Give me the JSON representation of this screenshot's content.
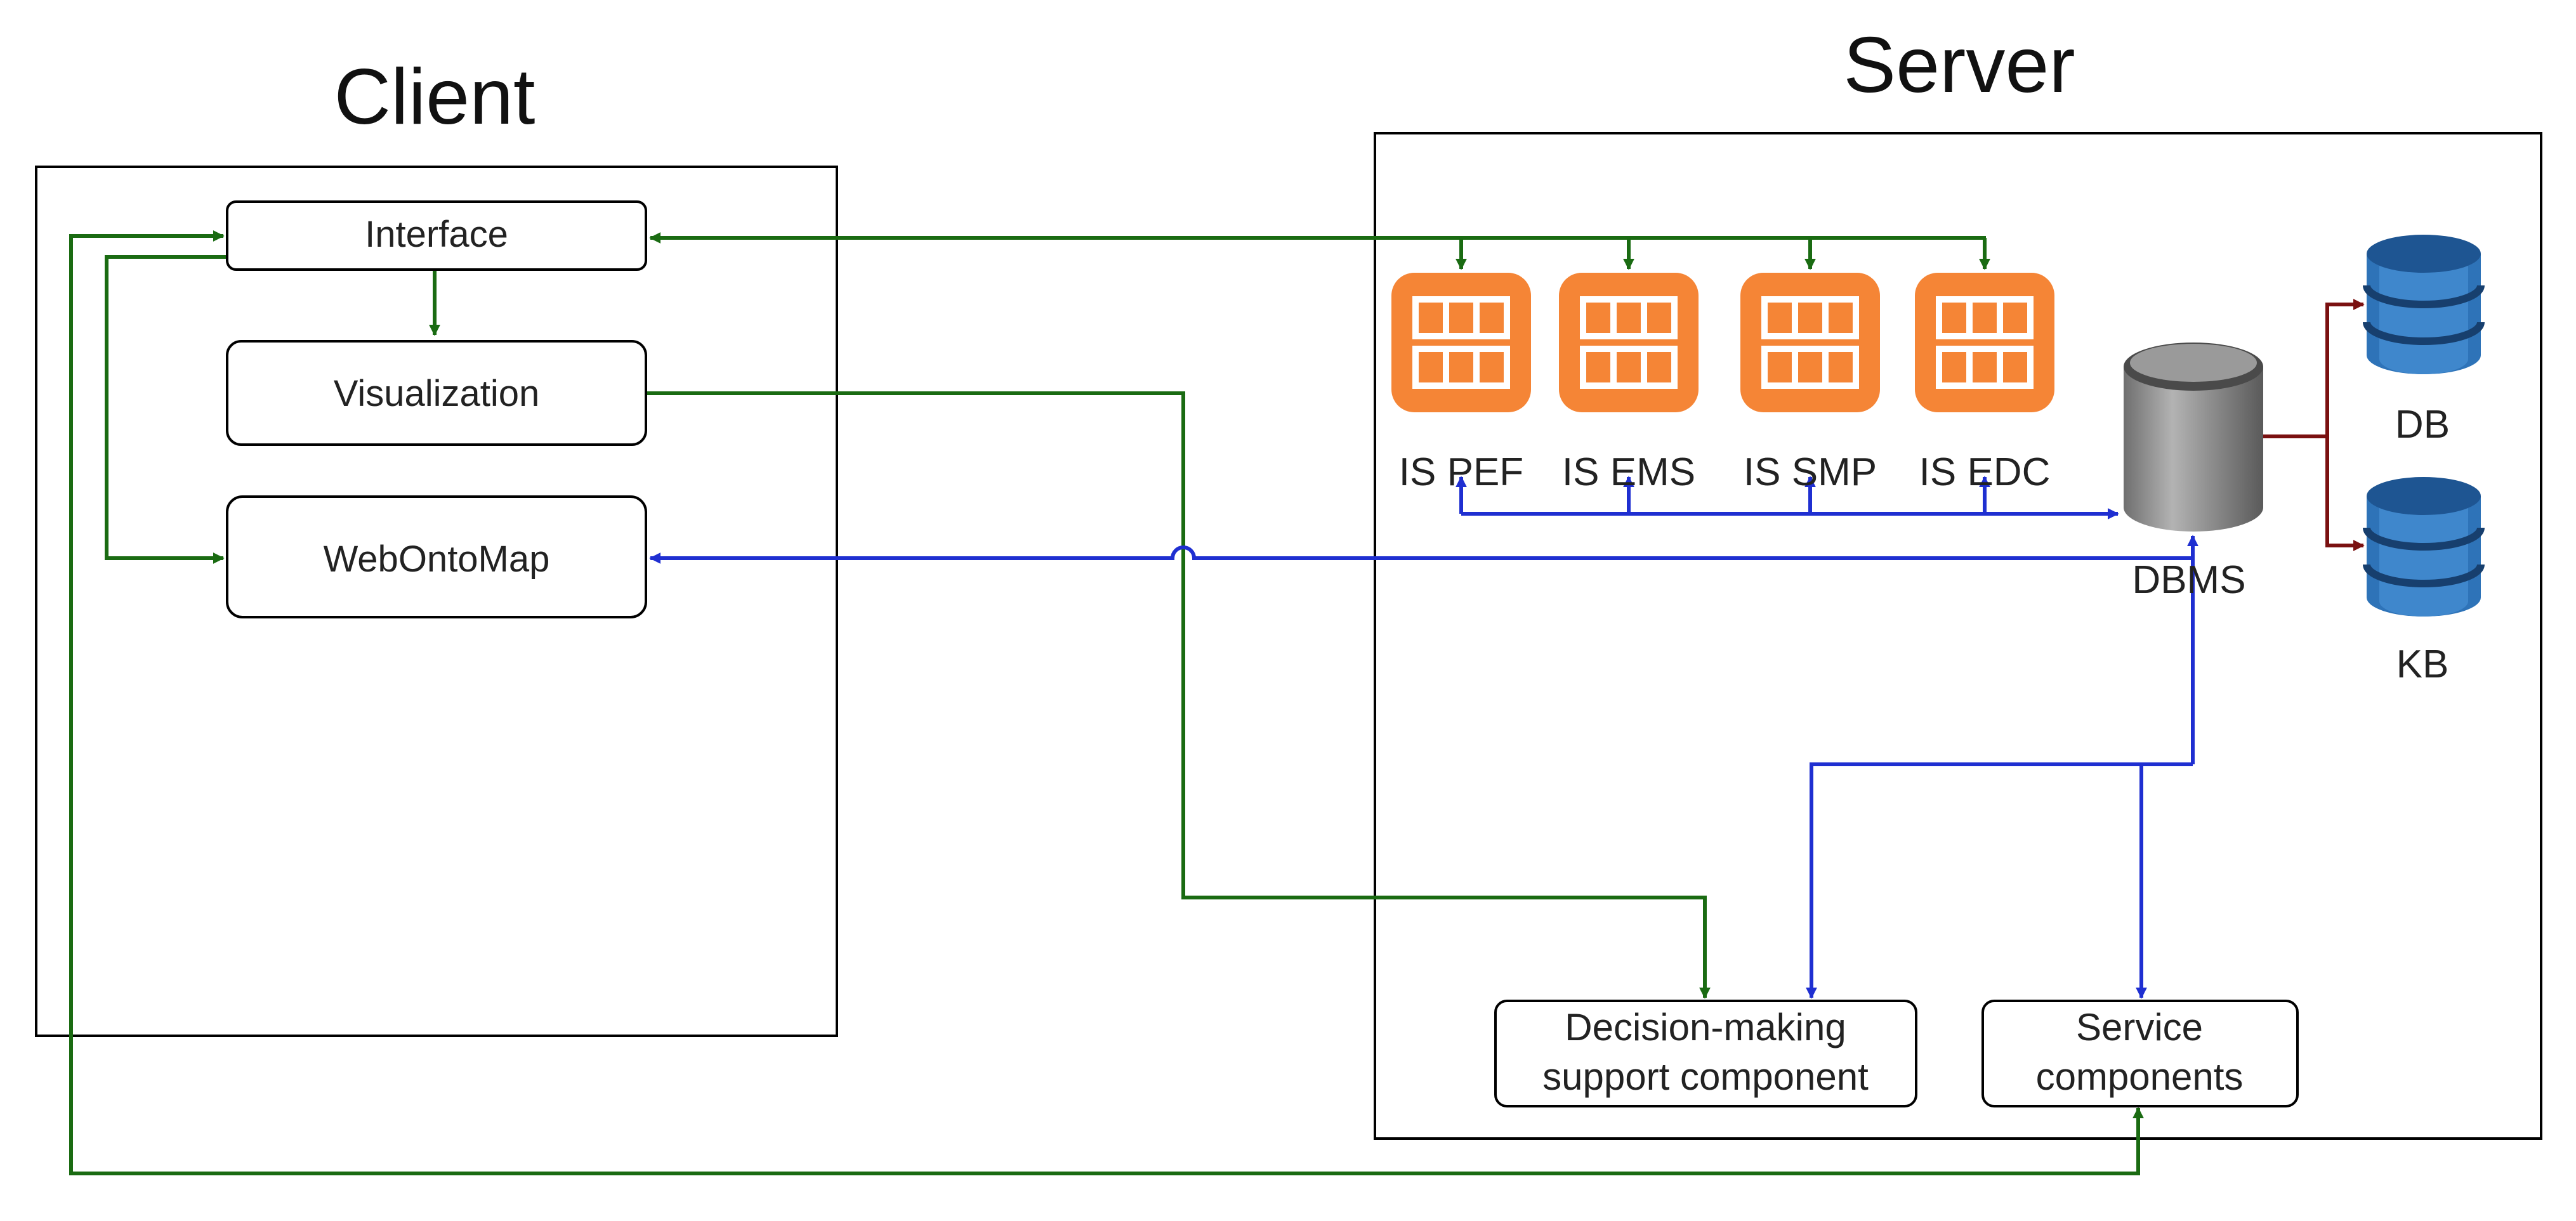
{
  "client": {
    "title": "Client",
    "interface": "Interface",
    "visualization": "Visualization",
    "webontomap": "WebOntoMap"
  },
  "server": {
    "title": "Server",
    "is_pef": "IS PEF",
    "is_ems": "IS EMS",
    "is_smp": "IS SMP",
    "is_edc": "IS EDC",
    "dbms": "DBMS",
    "db": "DB",
    "kb": "KB",
    "decision_line1": "Decision-making",
    "decision_line2": "support component",
    "service_line1": "Service",
    "service_line2": "components"
  },
  "colors": {
    "green_arrow": "#1a6b12",
    "blue_arrow": "#1f2fd1",
    "red_arrow": "#7a1010",
    "orange_icon": "#f58536",
    "db_blue": "#2e73b8",
    "dbms_gray": "#8c8c8c"
  },
  "icons": {
    "information_system": "table-grid-icon",
    "dbms": "database-cylinder-icon",
    "db": "database-stack-icon",
    "kb": "database-stack-icon"
  }
}
